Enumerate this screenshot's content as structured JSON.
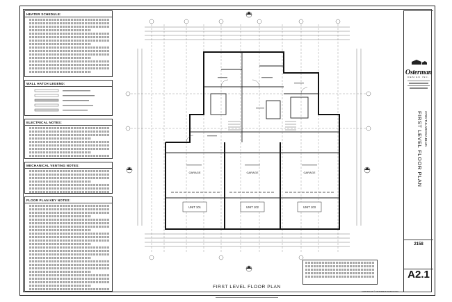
{
  "notes": {
    "heater_schedule": {
      "title": "HEATER SCHEDULE:",
      "lines": 16
    },
    "wall_hatch": {
      "title": "WALL HATCH LEGEND:",
      "lines": 6
    },
    "electrical": {
      "title": "ELECTRICAL NOTES:",
      "lines": 9
    },
    "mechanical": {
      "title": "MECHANICAL VENTING NOTES:",
      "lines": 8
    },
    "floor_plan_key": {
      "title": "FLOOR PLAN KEY NOTES:",
      "lines": 34
    }
  },
  "drawing": {
    "units": [
      {
        "label": "UNIT 101",
        "garage": "GARAGE"
      },
      {
        "label": "UNIT 102",
        "garage": "GARAGE"
      },
      {
        "label": "UNIT 103",
        "garage": "GARAGE"
      }
    ]
  },
  "title_block": {
    "brand": "Osterman",
    "brand_sub": "DESIGN INC.",
    "sheet_title": "FIRST LEVEL FLOOR PLAN",
    "project": "2780 TULAROSA BLVD.",
    "job_number": "2158",
    "sheet_number": "A2.1"
  },
  "plan_title": "FIRST LEVEL FLOOR PLAN",
  "copyright": "COPYRIGHT © OSTERMAN DESIGN INC."
}
